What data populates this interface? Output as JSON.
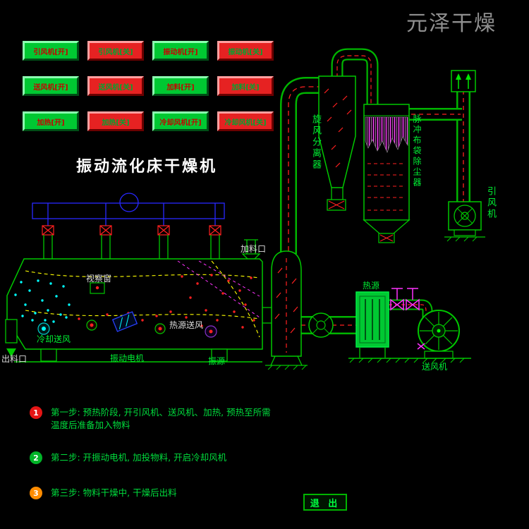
{
  "brand": "元泽干燥",
  "title": "振动流化床干燥机",
  "control_buttons": [
    {
      "label": "引风机[开]",
      "state": "on"
    },
    {
      "label": "引风机[关]",
      "state": "off"
    },
    {
      "label": "振动机[开]",
      "state": "on"
    },
    {
      "label": "振动机[关]",
      "state": "off"
    },
    {
      "label": "送风机[开]",
      "state": "on"
    },
    {
      "label": "送风机[关]",
      "state": "off"
    },
    {
      "label": "加料[开]",
      "state": "on"
    },
    {
      "label": "加料[关]",
      "state": "off"
    },
    {
      "label": "加热[开]",
      "state": "on"
    },
    {
      "label": "加热[关]",
      "state": "off"
    },
    {
      "label": "冷却风机[开]",
      "state": "on"
    },
    {
      "label": "冷却风机[关]",
      "state": "off"
    }
  ],
  "diagram": {
    "labels": {
      "viewing_window": "视察窗",
      "feed_inlet": "加料口",
      "discharge_outlet": "出料口",
      "cooling_air": "冷却送风",
      "hot_air_supply": "热源送风",
      "vibration_motor": "振动电机",
      "vibration_source": "振源",
      "cyclone": "旋风分离器",
      "bag_filter": "脉冲布袋除尘器",
      "induced_draft_fan": "引风机",
      "heat_source": "热源",
      "supply_fan": "送风机"
    }
  },
  "steps": [
    {
      "num": "1",
      "line1": "第一步: 预热阶段, 开引风机、送风机、加热, 预热至所需",
      "line2": "温度后准备加入物料"
    },
    {
      "num": "2",
      "line1": "第二步: 开振动电机, 加投物料, 开启冷却风机",
      "line2": ""
    },
    {
      "num": "3",
      "line1": "第三步: 物料干燥中, 干燥后出料",
      "line2": ""
    }
  ],
  "exit_label": "退 出",
  "colors": {
    "on_button": "#00c832",
    "off_button": "#e62222",
    "on_button_text": "#c80000",
    "off_button_text": "#00a52f",
    "diagram_green": "#00c800",
    "alert_red": "#ff2020",
    "accent_cyan": "#00ffff",
    "accent_magenta": "#ff33ff",
    "accent_yellow": "#ffff00",
    "frame_blue": "#2828ff",
    "step1_badge": "#e51515",
    "step2_badge": "#00b428",
    "step3_badge": "#ff8c00",
    "brand_gray": "#8f8f8f"
  }
}
